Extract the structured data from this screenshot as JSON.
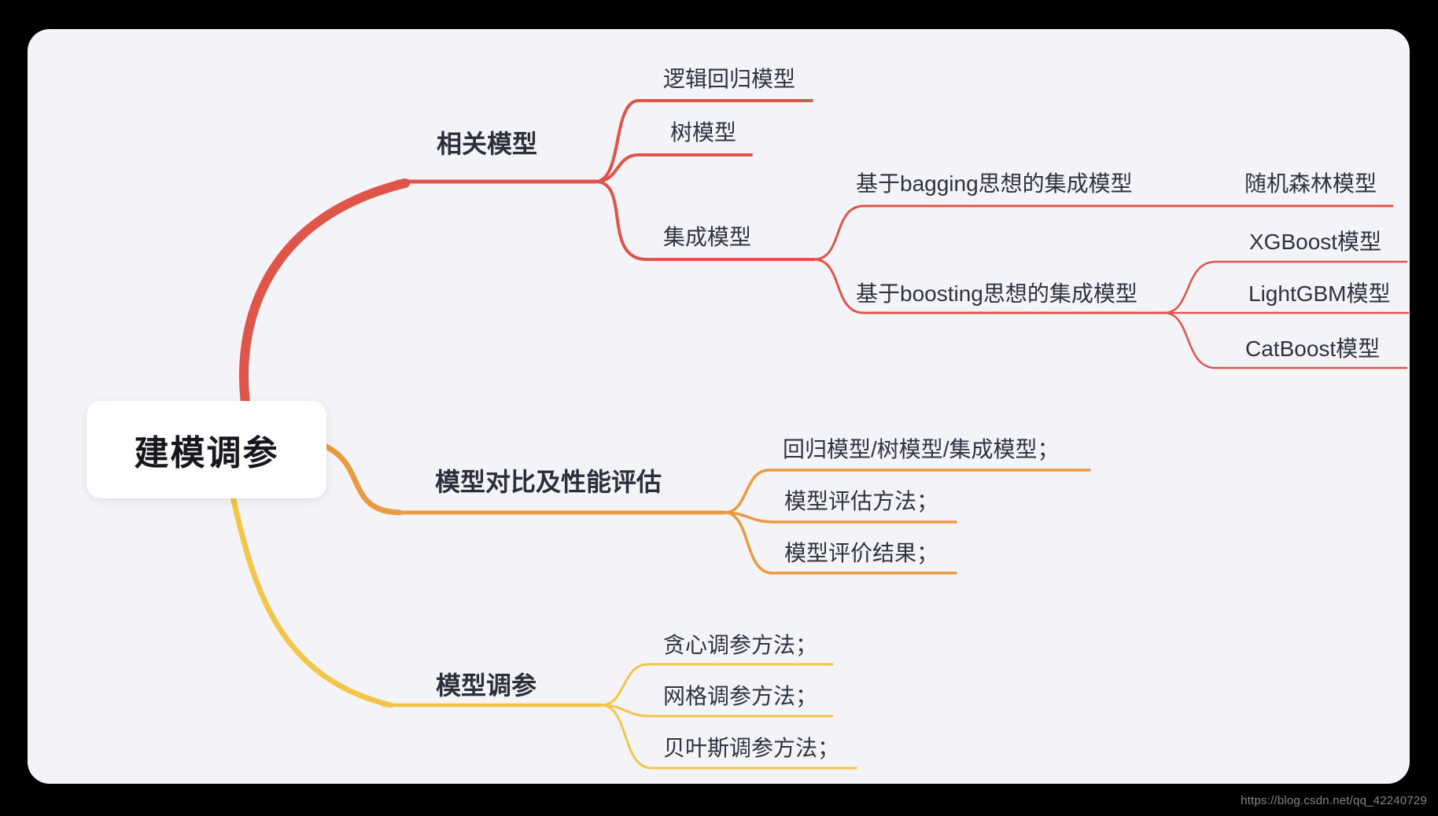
{
  "theme": {
    "background": "#000000",
    "panel": "#f4f4f8",
    "root_bg": "#ffffff",
    "root_text": "#17181c",
    "topic_text": "#2e3340",
    "branch_red": "#e0554a",
    "branch_orange": "#ea9a40",
    "branch_yellow": "#f2c54b",
    "watermark_color": "#83838a"
  },
  "watermark": "https://blog.csdn.net/qq_42240729",
  "mindmap": {
    "root": {
      "label": "建模调参"
    },
    "branches": [
      {
        "label": "相关模型",
        "color": "#e0554a",
        "children": [
          {
            "label": "逻辑回归模型"
          },
          {
            "label": "树模型"
          },
          {
            "label": "集成模型",
            "children": [
              {
                "label": "基于bagging思想的集成模型",
                "children": [
                  {
                    "label": "随机森林模型"
                  }
                ]
              },
              {
                "label": "基于boosting思想的集成模型",
                "children": [
                  {
                    "label": "XGBoost模型"
                  },
                  {
                    "label": "LightGBM模型"
                  },
                  {
                    "label": "CatBoost模型"
                  }
                ]
              }
            ]
          }
        ]
      },
      {
        "label": "模型对比及性能评估",
        "color": "#ea9a40",
        "children": [
          {
            "label": "回归模型/树模型/集成模型；"
          },
          {
            "label": "模型评估方法；"
          },
          {
            "label": "模型评价结果；"
          }
        ]
      },
      {
        "label": "模型调参",
        "color": "#f2c54b",
        "children": [
          {
            "label": "贪心调参方法；"
          },
          {
            "label": "网格调参方法；"
          },
          {
            "label": "贝叶斯调参方法；"
          }
        ]
      }
    ]
  }
}
